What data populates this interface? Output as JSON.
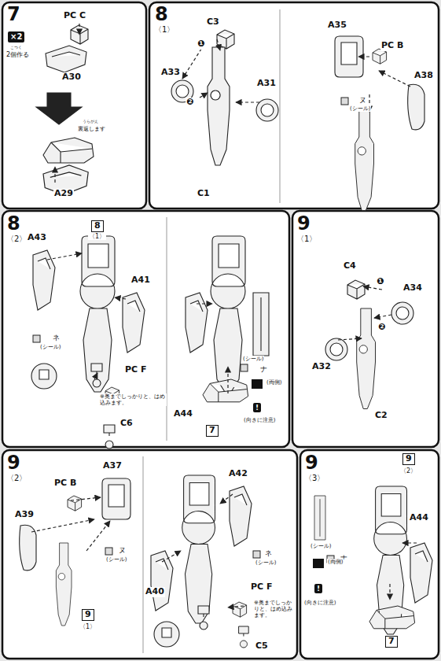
{
  "diagram": {
    "labels": [
      "7",
      "×2",
      "こつく",
      "2個作る",
      "PC C",
      "A30",
      "うらがえ",
      "裏返します",
      "A29",
      "8",
      "〈1〉",
      "A33",
      "❶",
      "C3",
      "❷",
      "A31",
      "C1",
      "A35",
      "PC B",
      "A38",
      "ヌ",
      "(シール)",
      "8",
      "〈2〉",
      "A43",
      "8",
      "〈1〉",
      "A41",
      "ネ",
      "(シール)",
      "PC F",
      "※奥までしっかりと、はめ込みます。",
      "C6",
      "A44",
      "(シール)",
      "ナ",
      "(両側)",
      "(向きに注意)",
      "7",
      "9",
      "〈1〉",
      "C4",
      "❶",
      "A34",
      "❷",
      "A32",
      "C2",
      "9",
      "〈2〉",
      "A37",
      "PC B",
      "A39",
      "ヌ",
      "(シール)",
      "9",
      "〈1〉",
      "A42",
      "ネ",
      "(シール)",
      "A40",
      "PC F",
      "※奥までしっかりと、はめ込みます。",
      "C5",
      "9",
      "〈3〉",
      "9",
      "〈2〉",
      "A44",
      "(シール)",
      "ナ",
      "(両側)",
      "(向きに注意)",
      "7",
      "!",
      "!"
    ]
  }
}
